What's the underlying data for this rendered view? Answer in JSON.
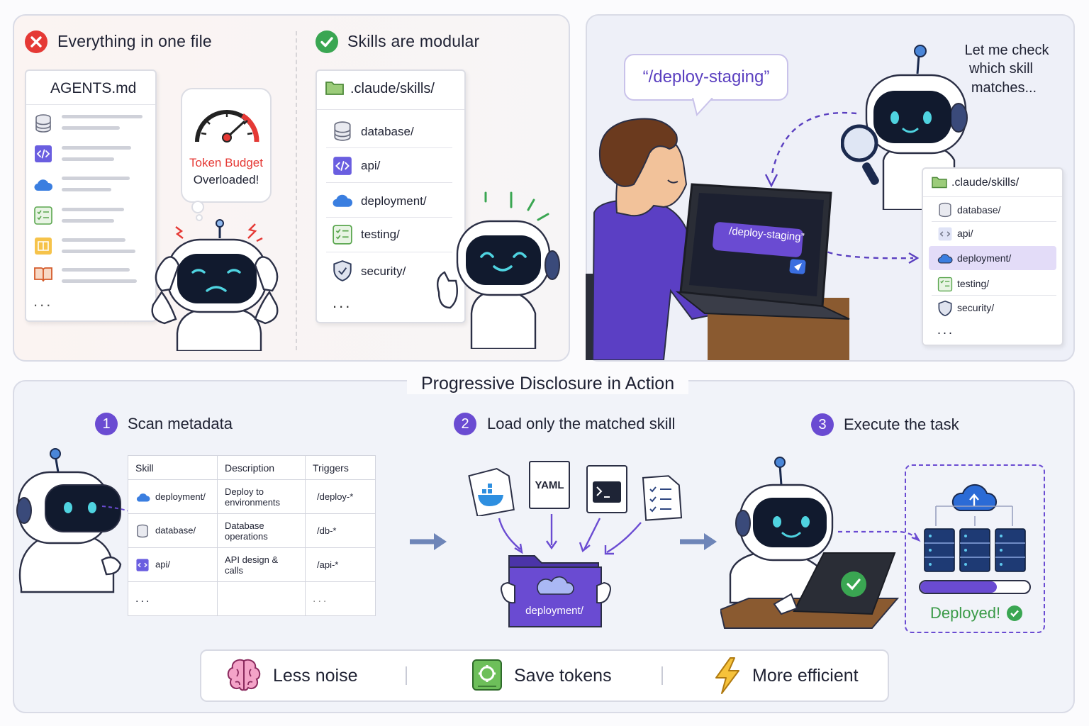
{
  "panel_left": {
    "bad_title": "Everything in one file",
    "good_title": "Skills are modular",
    "agents_file": "AGENTS.md",
    "agents_more": "...",
    "token_line1": "Token Budget",
    "token_line2": "Overloaded!",
    "skills_folder": ".claude/skills/",
    "skills": [
      "database/",
      "api/",
      "deployment/",
      "testing/",
      "security/"
    ],
    "skills_more": "..."
  },
  "panel_right": {
    "user_bubble": "“/deploy-staging”",
    "robot_bubble_1": "Let me check",
    "robot_bubble_2": "which skill",
    "robot_bubble_3": "matches...",
    "laptop_command": "/deploy-staging”",
    "folder": ".claude/skills/",
    "skills": [
      "database/",
      "api/",
      "deployment/",
      "testing/",
      "security/"
    ],
    "highlighted": "deployment/",
    "skills_more": "..."
  },
  "bottom": {
    "title": "Progressive Disclosure in Action",
    "steps": [
      {
        "num": "1",
        "label": "Scan metadata"
      },
      {
        "num": "2",
        "label": "Load only the matched skill"
      },
      {
        "num": "3",
        "label": "Execute the task"
      }
    ],
    "table": {
      "headers": [
        "Skill",
        "Description",
        "Triggers"
      ],
      "rows": [
        [
          "deployment/",
          "Deploy to environments",
          "/deploy-*"
        ],
        [
          "database/",
          "Database operations",
          "/db-*"
        ],
        [
          "api/",
          "API design & calls",
          "/api-*"
        ],
        [
          "...",
          "",
          "..."
        ]
      ]
    },
    "yaml_label": "YAML",
    "folder_label": "deployment/",
    "deployed": "Deployed!",
    "progress": 0.7,
    "benefits": [
      "Less noise",
      "Save tokens",
      "More efficient"
    ]
  },
  "colors": {
    "accent": "#6a4bd2",
    "red": "#e53935",
    "green": "#3aa652",
    "navy": "#1b2a4e"
  }
}
